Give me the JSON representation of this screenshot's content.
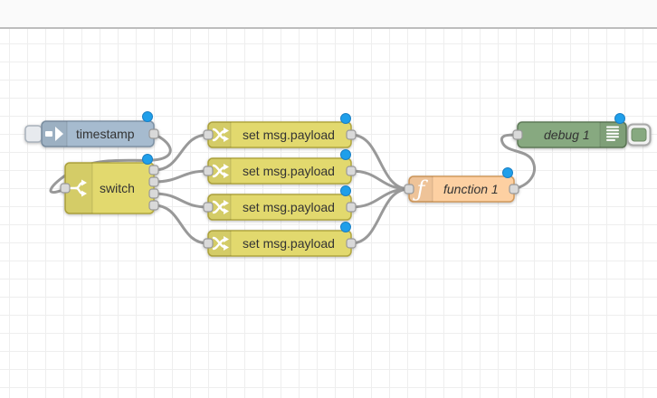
{
  "app": "node-red-flow-editor",
  "nodes": {
    "inject": {
      "label": "timestamp",
      "type": "inject",
      "icon": "inject-arrow-icon",
      "color": "#a6bbcf",
      "changed": true
    },
    "switch1": {
      "label": "switch",
      "type": "switch",
      "icon": "fork-arrows-icon",
      "color": "#e2d96e",
      "outputs": 4,
      "changed": true
    },
    "change1": {
      "label": "set msg.payload",
      "type": "change",
      "icon": "shuffle-arrows-icon",
      "color": "#e2d96e",
      "changed": true
    },
    "change2": {
      "label": "set msg.payload",
      "type": "change",
      "icon": "shuffle-arrows-icon",
      "color": "#e2d96e",
      "changed": true
    },
    "change3": {
      "label": "set msg.payload",
      "type": "change",
      "icon": "shuffle-arrows-icon",
      "color": "#e2d96e",
      "changed": true
    },
    "change4": {
      "label": "set msg.payload",
      "type": "change",
      "icon": "shuffle-arrows-icon",
      "color": "#e2d96e",
      "changed": true
    },
    "function1": {
      "label": "function 1",
      "type": "function",
      "icon": "function-f-icon",
      "color": "#fdd0a2",
      "changed": true
    },
    "debug1": {
      "label": "debug 1",
      "type": "debug",
      "icon": "console-lines-icon",
      "color": "#87a980",
      "changed": true,
      "toggle_enabled": true
    }
  },
  "wires": [
    {
      "from": "inject",
      "to": "switch1"
    },
    {
      "from": "switch1:1",
      "to": "change1"
    },
    {
      "from": "switch1:2",
      "to": "change2"
    },
    {
      "from": "switch1:3",
      "to": "change3"
    },
    {
      "from": "switch1:4",
      "to": "change4"
    },
    {
      "from": "change1",
      "to": "function1"
    },
    {
      "from": "change2",
      "to": "function1"
    },
    {
      "from": "change3",
      "to": "function1"
    },
    {
      "from": "change4",
      "to": "function1"
    },
    {
      "from": "function1",
      "to": "debug1"
    }
  ],
  "colors": {
    "wire": "#999999",
    "port_fill": "#d9d9d9",
    "changed_indicator": "#1f9fea",
    "grid_line": "#eeeeee",
    "label_text": "#333333",
    "inject_fill": "#a6bbcf",
    "yellow_fill": "#e2d96e",
    "function_fill": "#fdd0a2",
    "debug_fill": "#87a980"
  }
}
